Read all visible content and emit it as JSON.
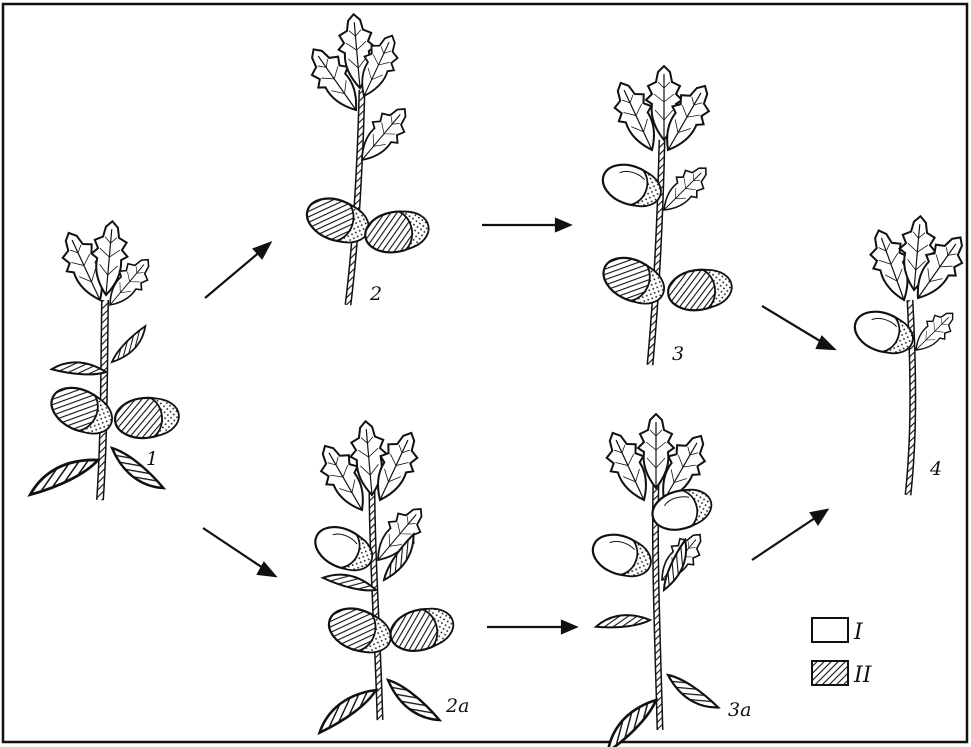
{
  "figure": {
    "stage_labels": {
      "s1": "1",
      "s2": "2",
      "s3": "3",
      "s4": "4",
      "s2a": "2a",
      "s3a": "3a"
    },
    "legend": {
      "item_1": "I",
      "item_2": "II"
    },
    "colors": {
      "ink": "#111111",
      "paper": "#ffffff"
    }
  }
}
